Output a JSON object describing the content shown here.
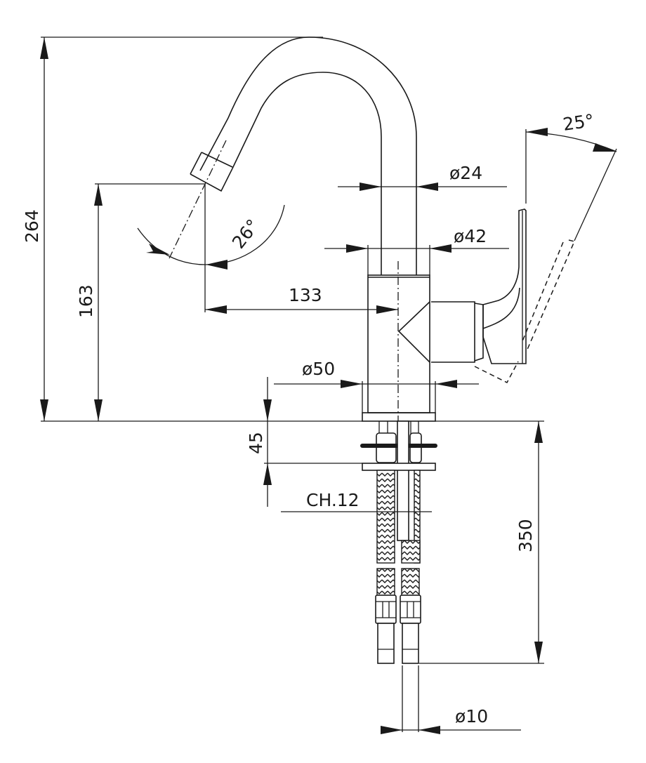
{
  "drawing": {
    "title": "Single lever basin mixer with swivel spout - dimensional drawing",
    "units": "mm",
    "stroke_color": "#1a1a1a",
    "background_color": "#ffffff"
  },
  "dimensions": {
    "total_height": "264",
    "spout_outlet_height": "163",
    "spout_reach": "133",
    "spout_diameter": "ø24",
    "body_upper_diameter": "ø42",
    "base_diameter": "ø50",
    "max_deck_thickness": "45",
    "spanner_size": "CH.12",
    "hose_length": "350",
    "hose_connector_diameter": "ø10",
    "spout_tilt_angle": "26°",
    "lever_rotation_angle": "25°"
  }
}
